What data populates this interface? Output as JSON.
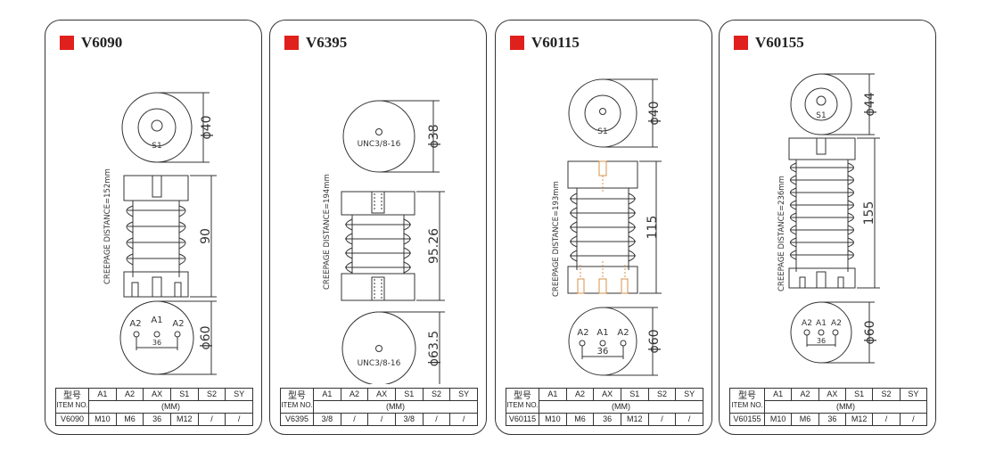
{
  "accent_color": "#e0201c",
  "drawing_color": "#333333",
  "insert_color": "#d9904a",
  "table_headers": [
    "A1",
    "A2",
    "AX",
    "S1",
    "S2",
    "SY"
  ],
  "table_label_cn": "型号",
  "table_label_en": "ITEM NO.",
  "table_unit": "(MM)",
  "products": [
    {
      "name": "V6090",
      "creepage": "CREEPAGE DISTANCE=152mm",
      "top_dim": "ϕ40",
      "top_label": "S1",
      "height_dim": "90",
      "bottom_dim": "ϕ60",
      "bottom_labels": [
        "A2",
        "A1",
        "A2"
      ],
      "bottom_spacing": "36",
      "row": [
        "V6090",
        "M10",
        "M6",
        "36",
        "M12",
        "/",
        "/"
      ]
    },
    {
      "name": "V6395",
      "creepage": "CREEPAGE DISTANCE=194mm",
      "top_dim": "ϕ38",
      "top_label": "UNC3/8-16",
      "height_dim": "95.26",
      "bottom_dim": "ϕ63.5",
      "bottom_label": "UNC3/8-16",
      "row": [
        "V6395",
        "3/8",
        "/",
        "/",
        "3/8",
        "/",
        "/"
      ]
    },
    {
      "name": "V60115",
      "creepage": "CREEPAGE DISTANCE=193mm",
      "top_dim": "ϕ40",
      "top_label": "S1",
      "height_dim": "115",
      "bottom_dim": "ϕ60",
      "bottom_labels": [
        "A2",
        "A1",
        "A2"
      ],
      "bottom_spacing": "36",
      "row": [
        "V60115",
        "M10",
        "M6",
        "36",
        "M12",
        "/",
        "/"
      ]
    },
    {
      "name": "V60155",
      "creepage": "CREEPAGE DISTANCE=236mm",
      "top_dim": "ϕ44",
      "top_label": "S1",
      "height_dim": "155",
      "bottom_dim": "ϕ60",
      "bottom_labels": [
        "A2",
        "A1",
        "A2"
      ],
      "bottom_spacing": "36",
      "row": [
        "V60155",
        "M10",
        "M6",
        "36",
        "M12",
        "/",
        "/"
      ]
    }
  ]
}
